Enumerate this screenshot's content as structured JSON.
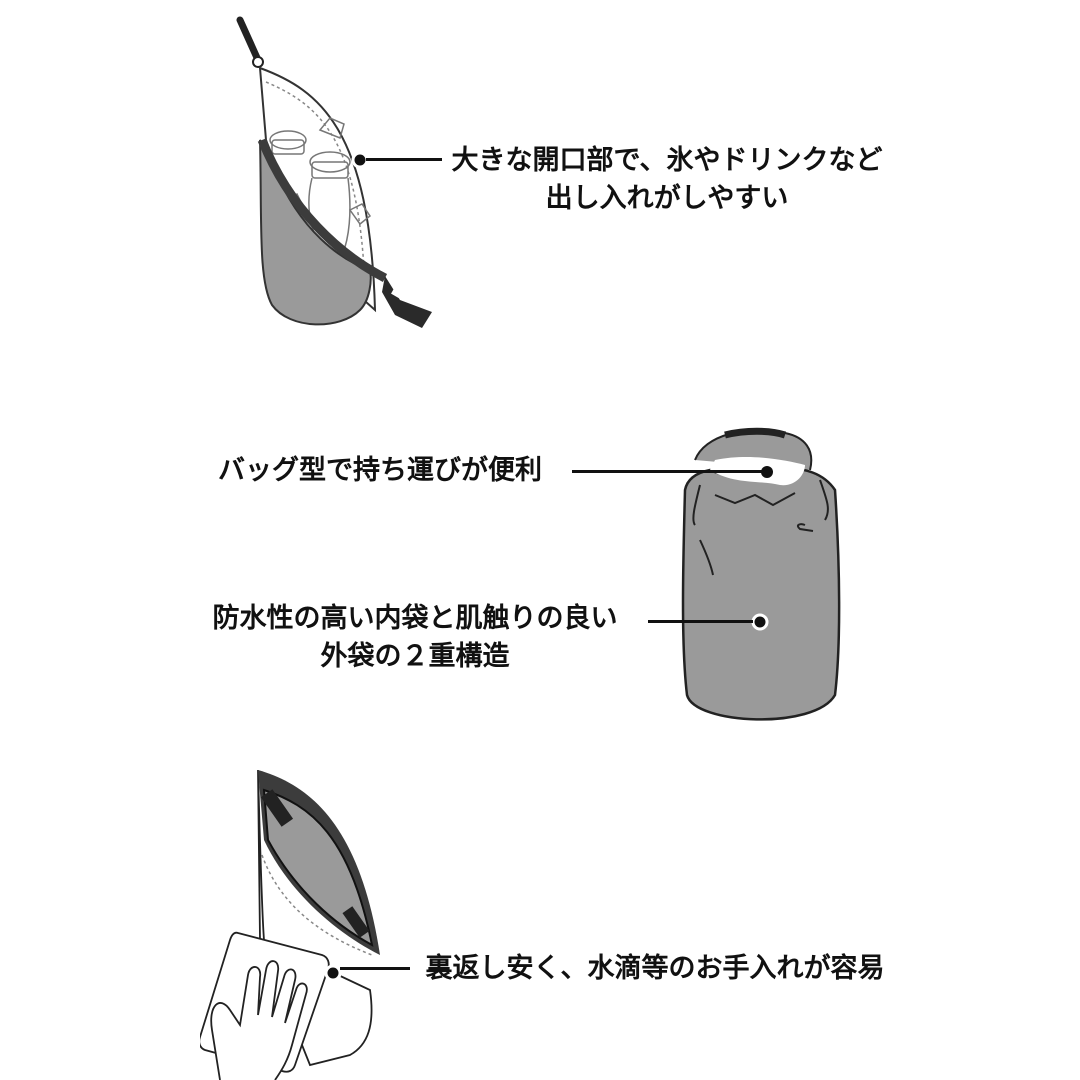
{
  "features": [
    {
      "id": "wide-opening",
      "lines": [
        "大きな開口部で、氷やドリンクなど",
        "出し入れがしやすい"
      ],
      "illustration": "open-bag-with-bottles-and-ice"
    },
    {
      "id": "bag-shape",
      "lines": [
        "バッグ型で持ち運びが便利"
      ],
      "illustration": "rolltop-dry-bag-handle"
    },
    {
      "id": "double-structure",
      "lines": [
        "防水性の高い内袋と肌触りの良い",
        "外袋の２重構造"
      ],
      "illustration": "rolltop-dry-bag-body"
    },
    {
      "id": "easy-care",
      "lines": [
        "裏返し安く、水滴等のお手入れが容易"
      ],
      "illustration": "inside-out-bag-wiped-with-cloth"
    }
  ],
  "colors": {
    "bag_gray": "#9a9a9a",
    "dark_trim": "#3c3c3c",
    "line": "#111111",
    "background": "#ffffff"
  }
}
